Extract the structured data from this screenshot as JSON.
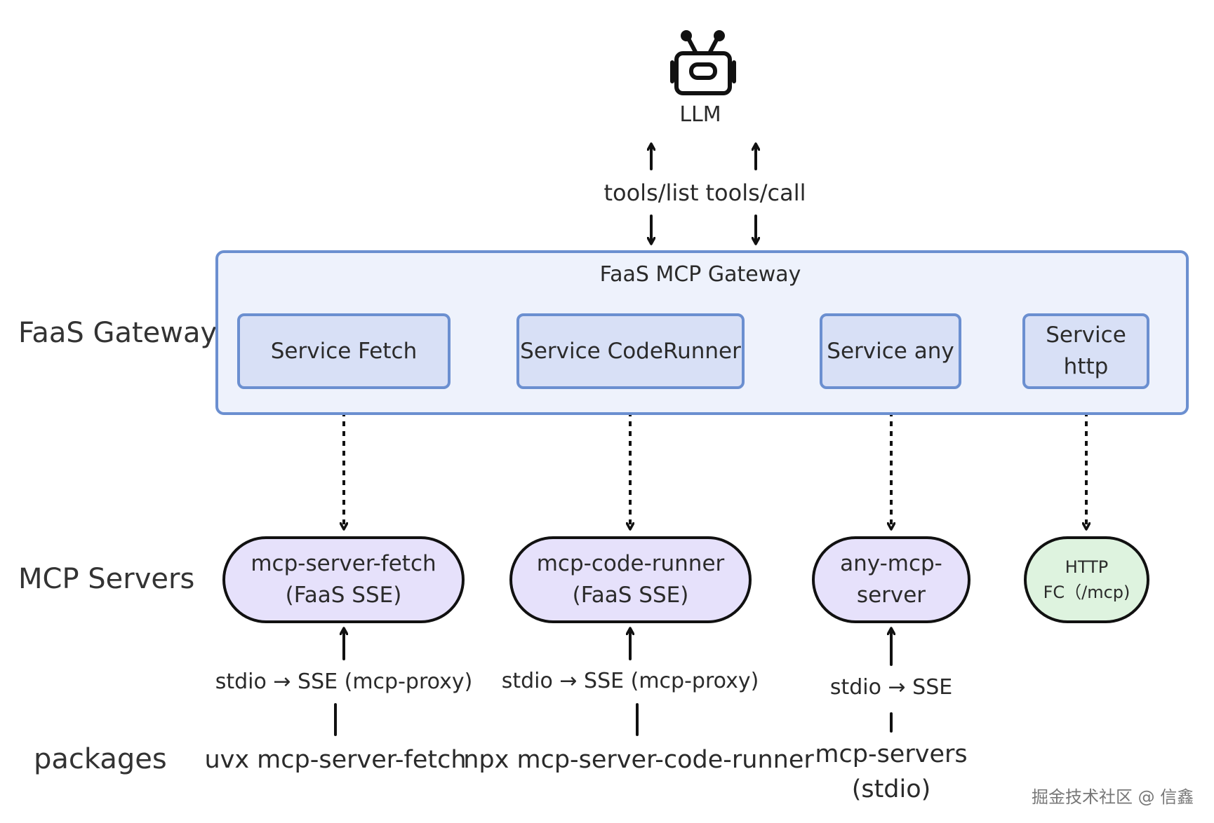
{
  "llm": {
    "label": "LLM",
    "icon": "robot-icon"
  },
  "top_calls": {
    "list_label": "tools/list",
    "call_label": "tools/call"
  },
  "row_labels": {
    "gateway": "FaaS Gateway",
    "servers": "MCP Servers",
    "packages": "packages"
  },
  "gateway": {
    "title": "FaaS MCP Gateway",
    "services": [
      {
        "label": "Service Fetch"
      },
      {
        "label": "Service CodeRunner"
      },
      {
        "label": "Service any"
      },
      {
        "line1": "Service",
        "line2": "http"
      }
    ]
  },
  "servers": [
    {
      "line1": "mcp-server-fetch",
      "line2": "(FaaS SSE)"
    },
    {
      "line1": "mcp-code-runner",
      "line2": "(FaaS SSE)"
    },
    {
      "line1": "any-mcp-",
      "line2": "server"
    },
    {
      "line1": "HTTP",
      "line2": "FC（/mcp)"
    }
  ],
  "transports": [
    {
      "label": "stdio → SSE (mcp-proxy)"
    },
    {
      "label": "stdio → SSE (mcp-proxy)"
    },
    {
      "label": "stdio →  SSE"
    }
  ],
  "packages": [
    {
      "label": "uvx mcp-server-fetch"
    },
    {
      "label": "npx mcp-server-code-runner"
    },
    {
      "line1": "mcp-servers",
      "line2": "(stdio)"
    }
  ],
  "watermark": "掘金技术社区 @ 信鑫",
  "colors": {
    "gateway_fill": "#eef2fc",
    "gateway_border": "#6b8fd0",
    "service_fill": "#d8e0f6",
    "server_fill": "#e6e1fb",
    "http_fill": "#def3df",
    "stroke": "#111111"
  }
}
